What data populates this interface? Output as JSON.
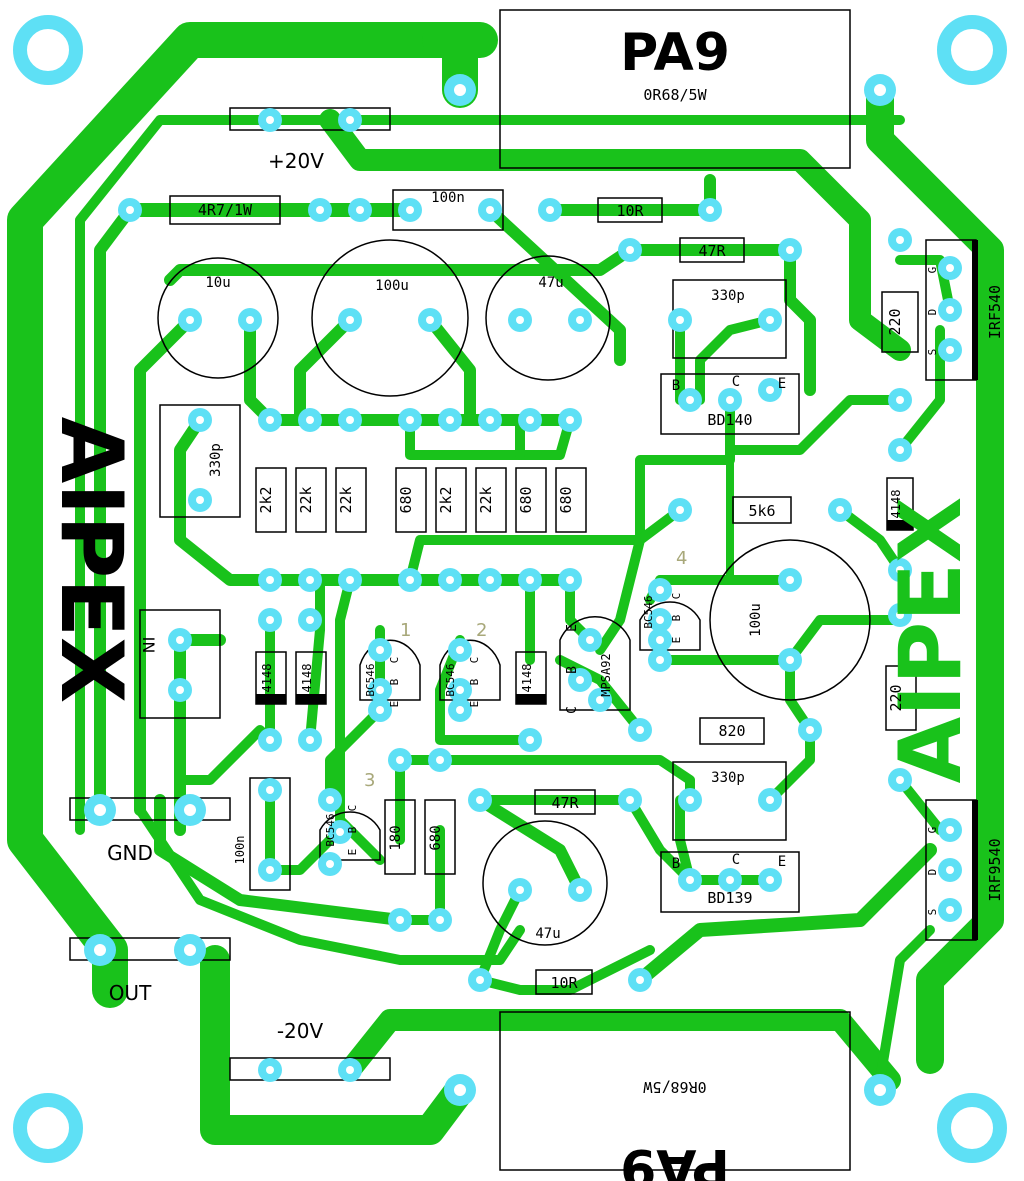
{
  "board": {
    "brand": "AIPEX",
    "colors": {
      "trace": "#19c21b",
      "pad": "#5ee0f5",
      "ink": "#000000",
      "background": "#ffffff",
      "number_label": "#a8a87a"
    }
  },
  "power": {
    "pos_supply": "+20V",
    "neg_supply": "-20V",
    "ground": "GND",
    "output": "OUT",
    "input": "IN"
  },
  "parts": {
    "r_emitter_top": {
      "label": "0R68/5W",
      "code": "PA9"
    },
    "r_emitter_bottom": {
      "label": "0R68/5W",
      "code": "PA9"
    },
    "r_4r7": "4R7/1W",
    "c_100n_top": "100n",
    "c_100n_left": "100n",
    "r_10r_top": "10R",
    "r_10r_bottom": "10R",
    "r_47r_top": "47R",
    "r_47r_bottom": "47R",
    "c_10u": "10u",
    "c_100u_top": "100u",
    "c_47u_top": "47u",
    "c_47u_bottom": "47u",
    "c_100u_right": "100u",
    "c_330p_left": "330p",
    "c_330p_top": "330p",
    "c_330p_bottom": "330p",
    "q_bd140": {
      "label": "BD140",
      "pins": [
        "B",
        "C",
        "E"
      ]
    },
    "q_bd139": {
      "label": "BD139",
      "pins": [
        "B",
        "C",
        "E"
      ]
    },
    "q_irf540": {
      "label": "IRF540",
      "pins": [
        "G",
        "D",
        "S"
      ]
    },
    "q_irf9540": {
      "label": "IRF9540",
      "pins": [
        "G",
        "D",
        "S"
      ]
    },
    "q_mpsa92": {
      "label": "MPSA92",
      "pins": [
        "E",
        "B",
        "C"
      ]
    },
    "q_bc546": "BC546",
    "q_bc546_pins": [
      "C",
      "B",
      "E"
    ],
    "r_top_row": [
      "2k2",
      "22k",
      "22k",
      "680",
      "2k2",
      "22k",
      "680",
      "680"
    ],
    "r_5k6": "5k6",
    "r_220_upper": "220",
    "r_220_lower": "220",
    "r_820": "820",
    "r_180": "180",
    "r_680_lower": "680",
    "diode": "4148",
    "transistor_numbers": [
      "1",
      "2",
      "3",
      "4"
    ]
  }
}
